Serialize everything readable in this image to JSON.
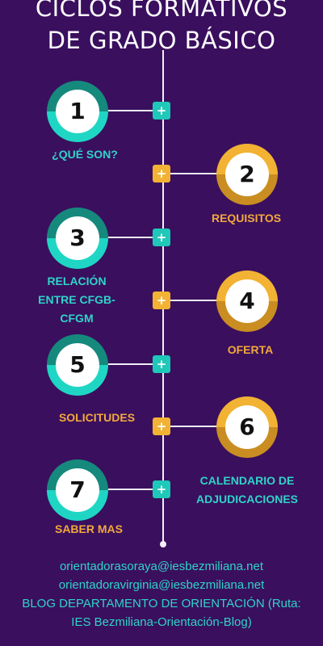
{
  "title": {
    "line1": "CICLOS FORMATIVOS",
    "line2": "DE GRADO BÁSICO"
  },
  "colors": {
    "background": "#3a0f5e",
    "teal": "#1fc8b8",
    "orange": "#f2b233",
    "white": "#ffffff"
  },
  "icons": {
    "expand": "plus-icon"
  },
  "plus_glyph": "+",
  "items": [
    {
      "number": "1",
      "label": "¿QUÉ SON?",
      "color": "teal"
    },
    {
      "number": "2",
      "label": "REQUISITOS",
      "color": "orange"
    },
    {
      "number": "3",
      "label": "RELACIÓN\nENTRE  CFGB-\nCFGM",
      "color": "teal"
    },
    {
      "number": "4",
      "label": "OFERTA",
      "color": "orange"
    },
    {
      "number": "5",
      "label": "SOLICITUDES",
      "color": "teal"
    },
    {
      "number": "6",
      "label": "CALENDARIO DE\nADJUDICACIONES",
      "color": "orange"
    },
    {
      "number": "7",
      "label": "SABER MAS",
      "color": "teal"
    }
  ],
  "footer": {
    "email1": "orientadorasoraya@iesbezmiliana.net",
    "email2": "orientadoravirginia@iesbezmiliana.net",
    "blog_line1": "BLOG DEPARTAMENTO DE ORIENTACIÓN (Ruta:",
    "blog_line2": "IES Bezmiliana-Orientación-Blog)"
  }
}
